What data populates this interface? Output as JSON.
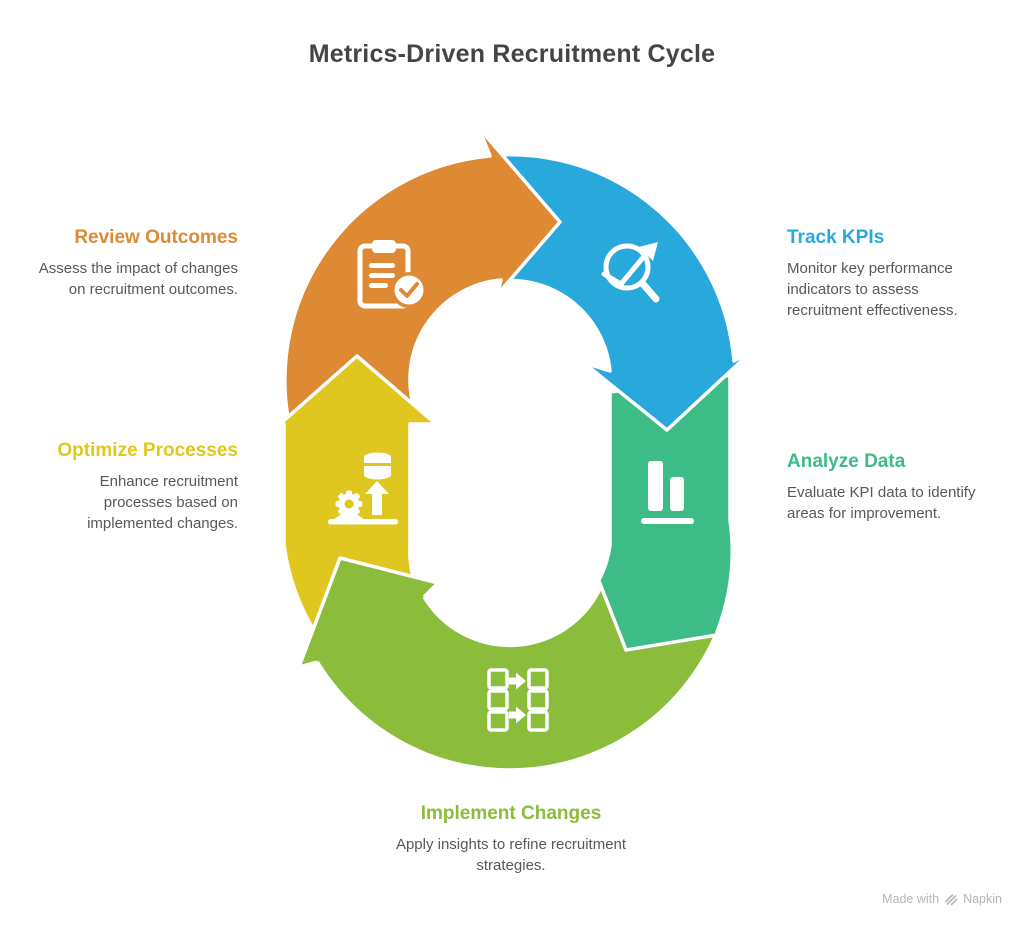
{
  "title": "Metrics-Driven Recruitment Cycle",
  "steps": [
    {
      "label": "Review Outcomes",
      "description": "Assess the impact of changes on recruitment outcomes.",
      "color": "#DE8A35",
      "icon": "clipboard-check-icon"
    },
    {
      "label": "Track KPIs",
      "description": "Monitor key performance indicators to assess recruitment effectiveness.",
      "color": "#29A8DC",
      "icon": "magnifier-trend-icon"
    },
    {
      "label": "Analyze Data",
      "description": "Evaluate KPI data to identify areas for improvement.",
      "color": "#3DBC87",
      "icon": "bar-chart-icon"
    },
    {
      "label": "Implement Changes",
      "description": "Apply insights to refine recruitment strategies.",
      "color": "#8BBC3B",
      "icon": "columns-transfer-icon"
    },
    {
      "label": "Optimize Processes",
      "description": "Enhance recruitment processes based on implemented changes.",
      "color": "#E0C71F",
      "icon": "gear-upload-icon"
    }
  ],
  "footer": {
    "made_with": "Made with",
    "brand": "Napkin"
  }
}
